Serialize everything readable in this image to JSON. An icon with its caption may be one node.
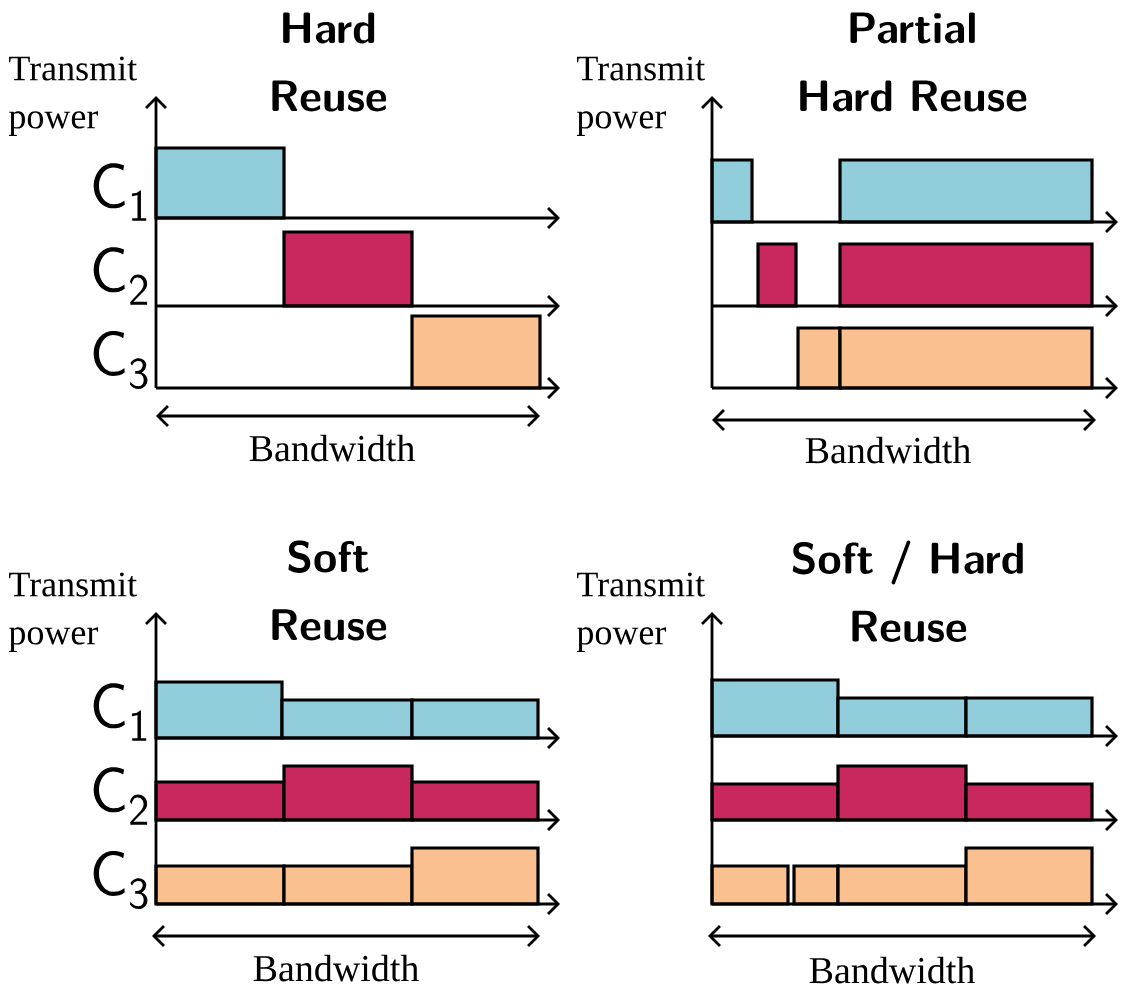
{
  "diagram": {
    "labels": [
      "Hard Reuse",
      "Transmit power",
      "C$_{1}$",
      "C$_{2}$",
      "C$_{3}$",
      "Bandwidth",
      "Partial Hard Reuse",
      "Transmit power",
      "Bandwidth",
      "Soft Reuse",
      "Transmit power",
      "C$_{1}$",
      "C$_{2}$",
      "C$_{3}$",
      "Bandwidth",
      "Soft / Hard Reuse",
      "Transmit power",
      "Bandwidth"
    ]
  }
}
